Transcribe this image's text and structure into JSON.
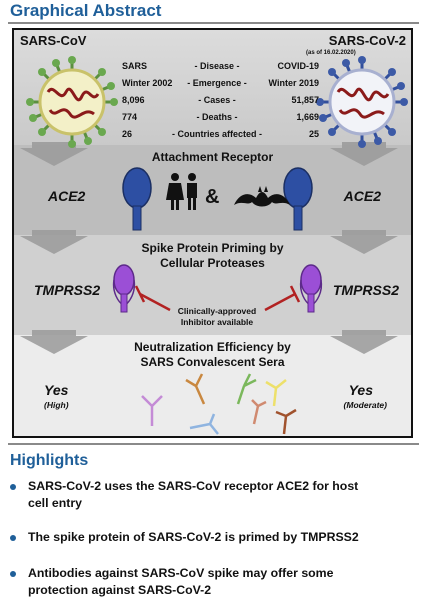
{
  "abstract": {
    "title": "Graphical Abstract",
    "virus_left": "SARS-CoV",
    "virus_right": "SARS-CoV-2",
    "as_of": "(as of 16.02.2020)",
    "stats": [
      {
        "left": "SARS",
        "label": "- Disease -",
        "right": "COVID-19"
      },
      {
        "left": "Winter 2002",
        "label": "- Emergence -",
        "right": "Winter 2019"
      },
      {
        "left": "8,096",
        "label": "- Cases -",
        "right": "51,857"
      },
      {
        "left": "774",
        "label": "- Deaths -",
        "right": "1,669"
      },
      {
        "left": "26",
        "label": "- Countries affected -",
        "right": "25"
      }
    ],
    "attachment": {
      "title": "Attachment Receptor",
      "left": "ACE2",
      "right": "ACE2",
      "ampersand": "&"
    },
    "priming": {
      "title_line1": "Spike Protein Priming by",
      "title_line2": "Cellular Proteases",
      "left": "TMPRSS2",
      "right": "TMPRSS2",
      "inhibitor_line1": "Clinically-approved",
      "inhibitor_line2": "Inhibitor available"
    },
    "neutralization": {
      "title_line1": "Neutralization Efficiency by",
      "title_line2": "SARS Convalescent Sera",
      "left": "Yes",
      "left_sub": "(High)",
      "right": "Yes",
      "right_sub": "(Moderate)"
    },
    "colors": {
      "heading": "#1f5f99",
      "virus_left": "#6aa84f",
      "virus_right": "#3c5aa6",
      "receptor": "#2d4fa3",
      "protease": "#9b4fd6",
      "inhibitor": "#b22222"
    }
  },
  "highlights": {
    "title": "Highlights",
    "items": [
      {
        "line1": "SARS-CoV-2 uses the SARS-CoV receptor ACE2 for host",
        "line2": "cell entry"
      },
      {
        "line1": "The spike protein of SARS-CoV-2 is primed by TMPRSS2",
        "line2": ""
      },
      {
        "line1": "Antibodies against SARS-CoV spike may offer some",
        "line2": "protection against SARS-CoV-2"
      }
    ]
  }
}
